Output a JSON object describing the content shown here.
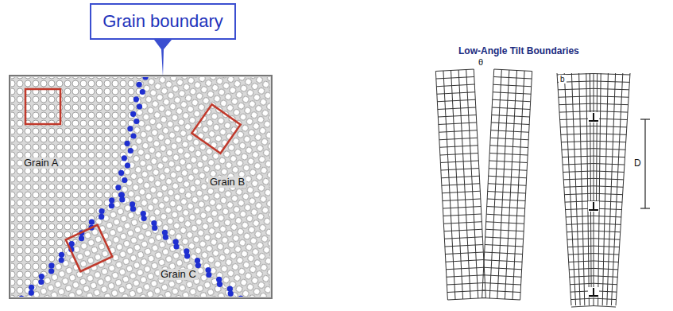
{
  "diagram": {
    "nodes": [
      {
        "text": [
          "Grain boundary"
        ]
      }
    ],
    "labels": [
      "Grain A",
      "Grain B",
      "Grain C",
      "Low-Angle Tilt Boundaries",
      "θ",
      "D",
      "b"
    ]
  }
}
